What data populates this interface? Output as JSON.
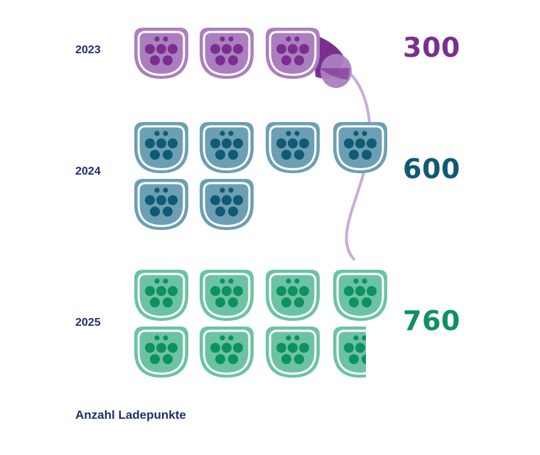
{
  "chart_data": {
    "type": "pictogram",
    "unit_per_icon": 100,
    "caption": "Anzahl Ladepunkte",
    "rows": [
      {
        "year": "2023",
        "value": 300,
        "label": "300",
        "fill": "#ab7fbf",
        "dark": "#7a2f8f"
      },
      {
        "year": "2024",
        "value": 600,
        "label": "600",
        "fill": "#6c9fb3",
        "dark": "#0f5a74"
      },
      {
        "year": "2025",
        "value": 760,
        "label": "760",
        "fill": "#6cc3a1",
        "dark": "#0c9160"
      }
    ],
    "cable_color": "#c9acd8"
  }
}
